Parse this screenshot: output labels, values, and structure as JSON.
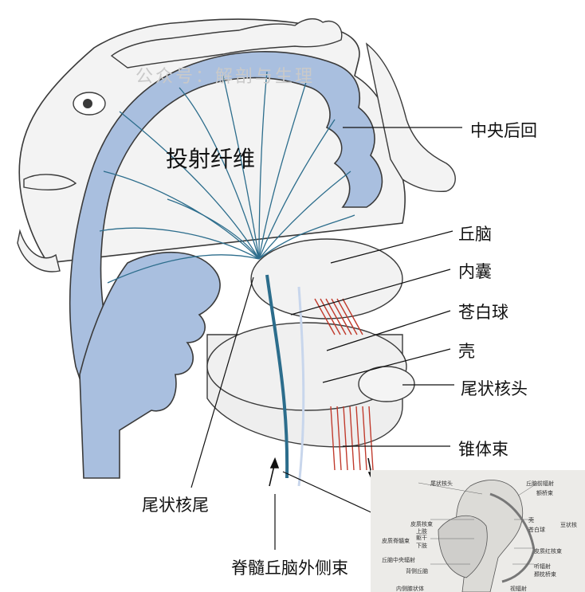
{
  "diagram": {
    "watermark": "公众号：解剖与生理",
    "center_label": "投射纤维",
    "labels": {
      "postcentral_gyrus": "中央后回",
      "thalamus": "丘脑",
      "internal_capsule": "内囊",
      "globus_pallidus": "苍白球",
      "putamen": "壳",
      "caudate_head": "尾状核头",
      "pyramidal_tract": "锥体束",
      "caudate_tail": "尾状核尾",
      "spinothalamic_tract": "脊髓丘脑外侧束"
    },
    "colors": {
      "cortex_blue": "#a9bfdf",
      "fiber_blue": "#2c6d8c",
      "pyramidal_red": "#c0392b",
      "outline": "#3a3a3a",
      "face_fill": "#f3f3f3"
    }
  },
  "inset": {
    "labels": {
      "caudate_head": "尾状核头",
      "anterior_thalamic_radiation": "丘脑前辐射",
      "frontopontine_tract": "额桥束",
      "corticonuclear_tract": "皮质核束",
      "upper_limb": "上肢",
      "trunk": "躯干",
      "lower_limb": "下肢",
      "corticospinal_tract": "皮质脊髓束",
      "central_thalamic_radiation": "丘脑中央辐射",
      "dorsal_thalamus": "背侧丘脑",
      "medial_geniculate_body": "内侧膝状体",
      "putamen": "壳",
      "globus_pallidus": "苍白球",
      "lentiform_nucleus": "豆状核",
      "corticorubral_tract": "皮质红核束",
      "acoustic_radiation": "听辐射",
      "temporopontine_tract": "颞枕桥束",
      "optic_radiation": "视辐射"
    }
  }
}
